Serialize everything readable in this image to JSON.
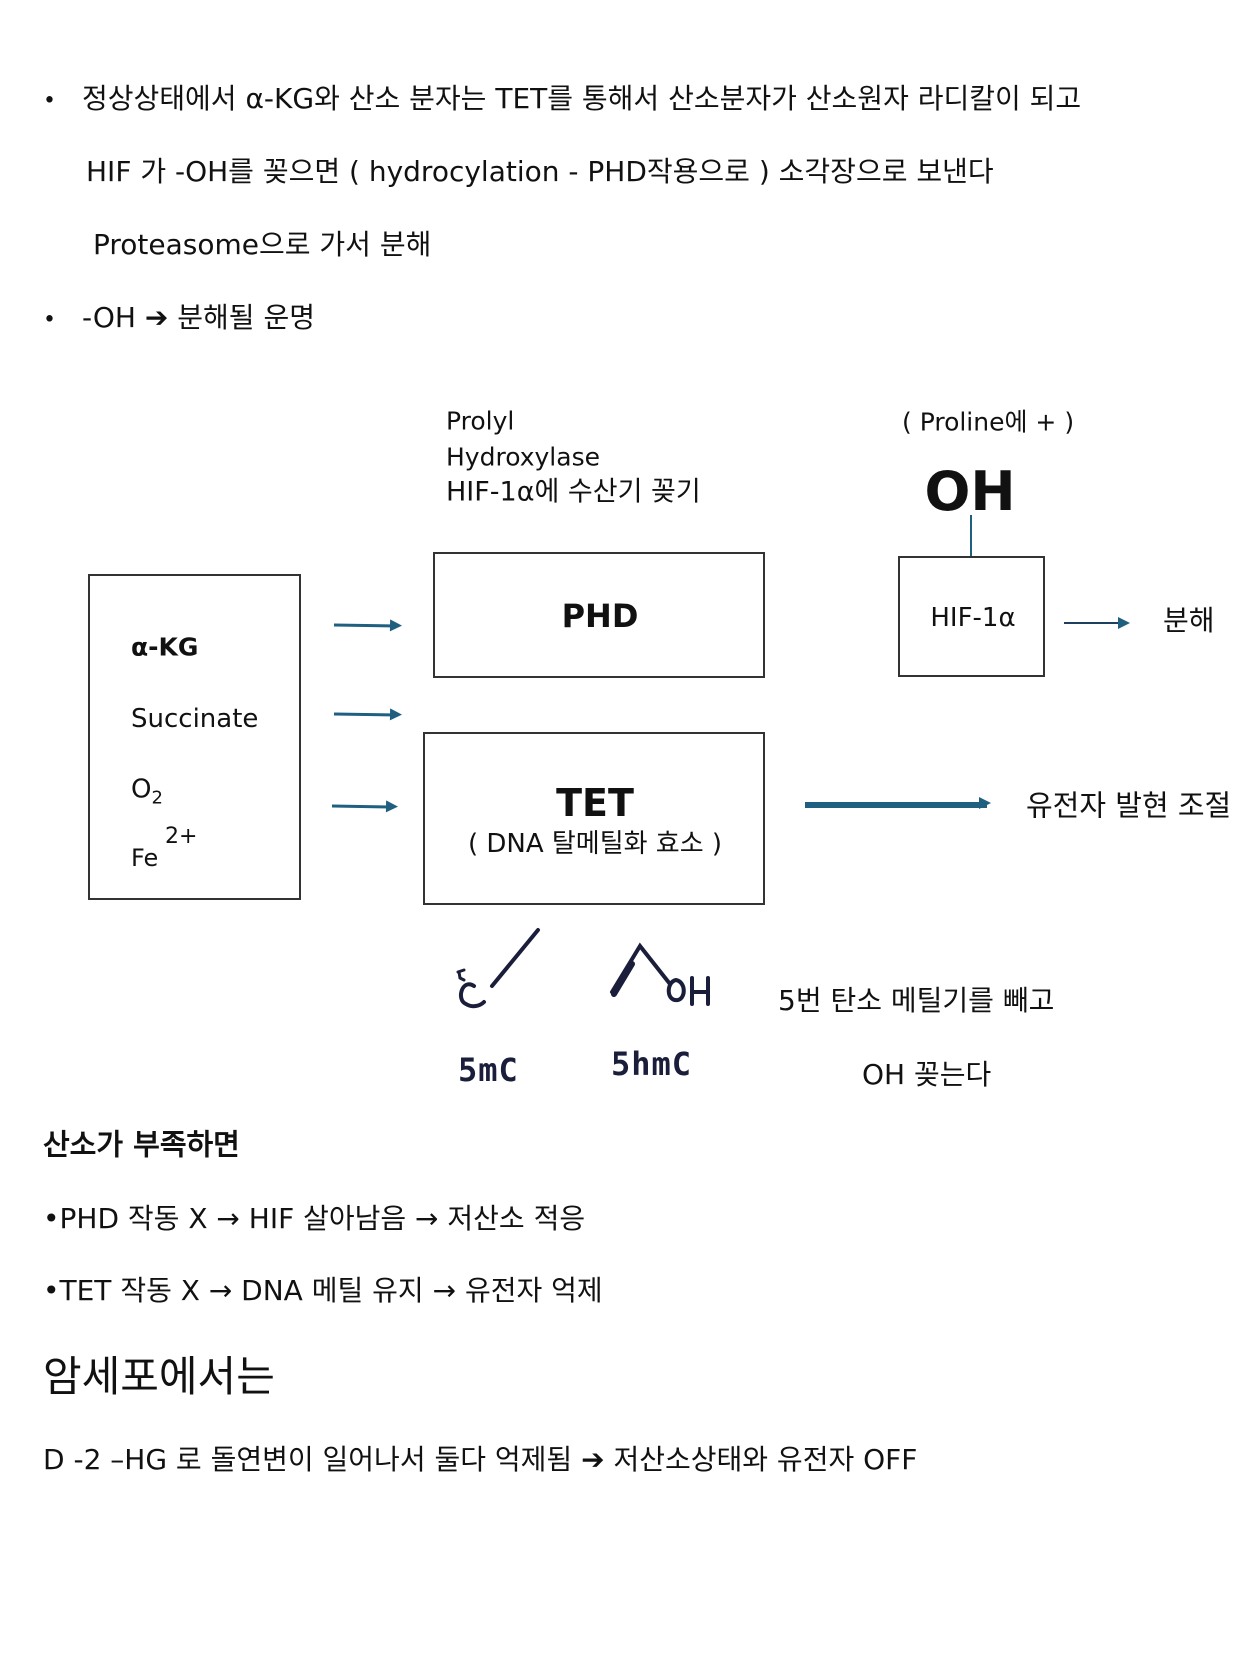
{
  "notes": {
    "bullet_symbol": "•",
    "line1": "정상상태에서 α-KG와 산소 분자는   TET를 통해서 산소분자가 산소원자 라디칼이 되고",
    "line2": "HIF 가 -OH를 꽂으면 ( hydrocylation -  PHD작용으로 ) 소각장으로 보낸다",
    "line3": "Proteasome으로 가서  분해",
    "line4_prefix": "-OH",
    "line4_arrow": "➔",
    "line4_suffix": "분해될 운명"
  },
  "diagram": {
    "phd_caption": [
      "Prolyl",
      "Hydroxylase",
      "HIF-1α에  수산기 꽂기"
    ],
    "proline_note": "( Proline에 + )",
    "oh_label": "OH",
    "hif_box": "HIF-1α",
    "degradation": "분해",
    "substrates": {
      "akg": "α-KG",
      "succinate": "Succinate",
      "o2": "O",
      "o2_sub": "2",
      "fe": "Fe",
      "fe_sup": "2+"
    },
    "phd_box": "PHD",
    "tet_box": {
      "title": "TET",
      "subtitle": "( DNA 탈메틸화 효소 )"
    },
    "gene_regulation": "유전자 발현  조절",
    "handwritten": {
      "c5_label": "5C",
      "oh_label": "OH",
      "fivemc": "5mC",
      "fivehmc": "5hmC"
    },
    "explain1": "5번 탄소 메틸기를 빼고",
    "explain2": "OH 꽂는다",
    "arrow_color": "#1f5f80"
  },
  "hypoxia": {
    "heading": "산소가 부족하면",
    "item1": "•PHD 작동 X → HIF 살아남음 → 저산소 적응",
    "item2": "•TET 작동 X → DNA 메틸 유지 → 유전자 억제"
  },
  "cancer": {
    "heading": "암세포에서는",
    "line": "D -2 –HG 로 돌연변이 일어나서   둘다 억제됨",
    "arrow": "➔",
    "result": "저산소상태와 유전자 OFF"
  }
}
